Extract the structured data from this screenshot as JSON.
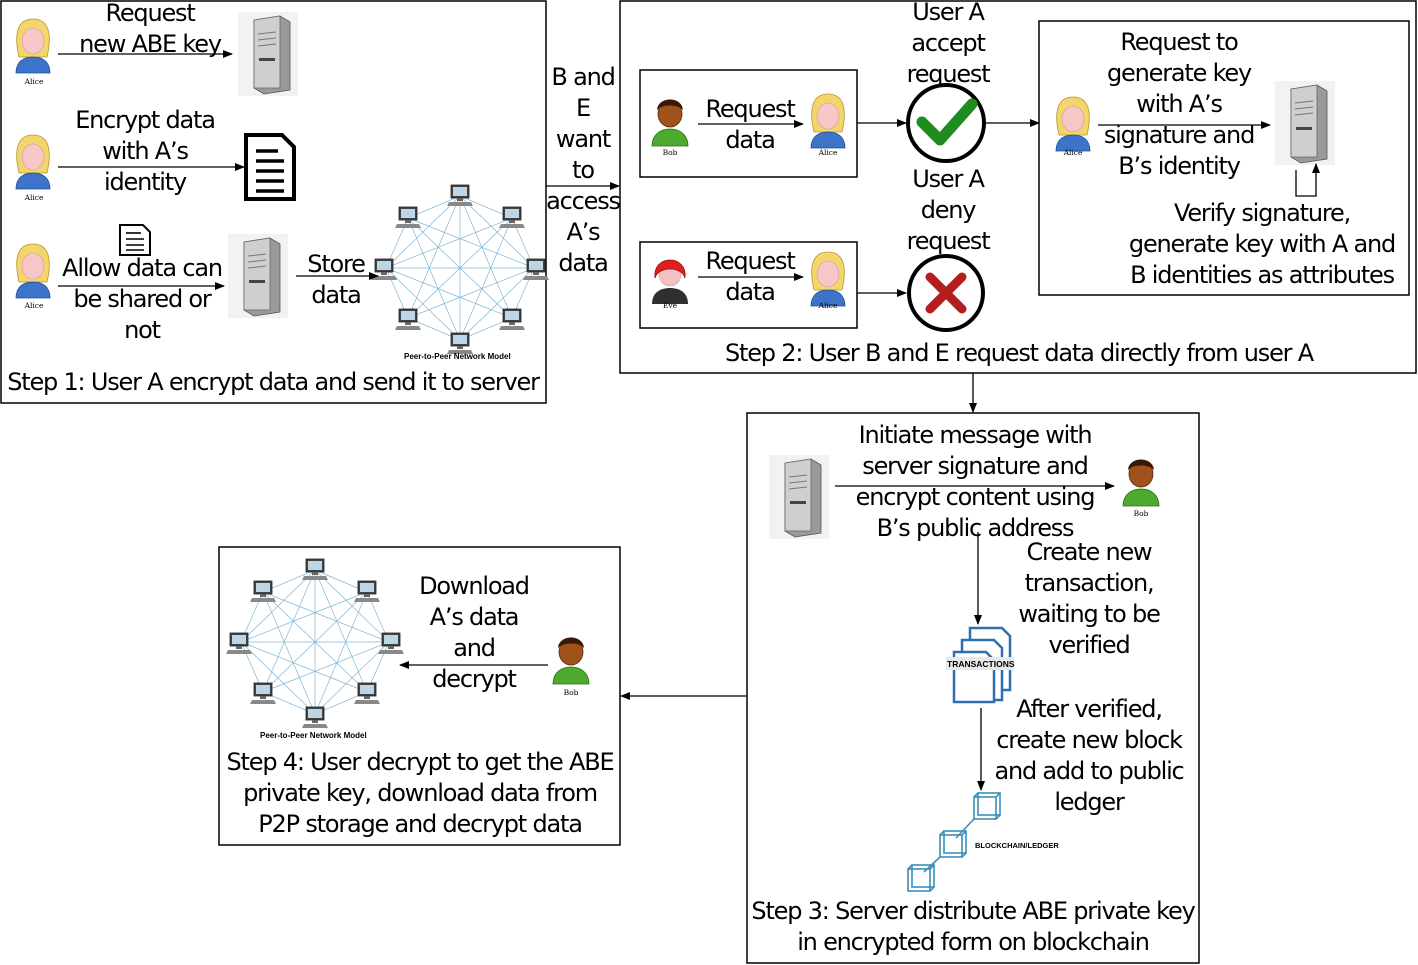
{
  "step1": {
    "request_key": "Request\nnew ABE key",
    "encrypt": "Encrypt data\nwith A’s\nidentity",
    "allow": "Allow data can\nbe shared or\nnot",
    "store": "Store\ndata",
    "p2p_caption": "Peer-to-Peer Network Model",
    "title": "Step 1: User A encrypt data and send it to server"
  },
  "middle": {
    "want_access": "B and\nE\nwant\nto\naccess\nA’s\ndata"
  },
  "step2": {
    "request_data_bob": "Request\ndata",
    "request_data_eve": "Request\ndata",
    "accept": "User A\naccept\nrequest",
    "deny": "User A\ndeny\nrequest",
    "request_generate": "Request to\ngenerate key\nwith A’s\nsignature and\nB’s identity",
    "verify": "Verify signature,\ngenerate key with A and\nB identities as attributes",
    "title": "Step 2: User B and E request data directly from user A"
  },
  "step3": {
    "initiate": "Initiate message with\nserver signature and\nencrypt content using\nB’s public address",
    "create_tx": "Create new\ntransaction,\nwaiting to be\nverified",
    "after_verified": "After verified,\ncreate new block\nand add to public\nledger",
    "transactions_label": "TRANSACTIONS",
    "blockchain_label": "BLOCKCHAIN/LEDGER",
    "title": "Step 3: Server distribute ABE private key\nin encrypted form on blockchain"
  },
  "step4": {
    "download": "Download\nA’s data\nand\ndecrypt",
    "p2p_caption": "Peer-to-Peer Network Model",
    "title": "Step 4: User decrypt to get the ABE\nprivate key, download data from\nP2P storage and decrypt data"
  },
  "names": {
    "alice": "Alice",
    "bob": "Bob",
    "eve": "Eve"
  },
  "colors": {
    "check": "#1e8c1e",
    "cross": "#b41e1e",
    "alice_hair": "#f2d66b",
    "skin": "#f7c6c6",
    "bob_skin": "#a0521c",
    "eve_hair": "#e21f1f",
    "shirt": "#3b74c9",
    "bob_shirt": "#4caa2e"
  }
}
